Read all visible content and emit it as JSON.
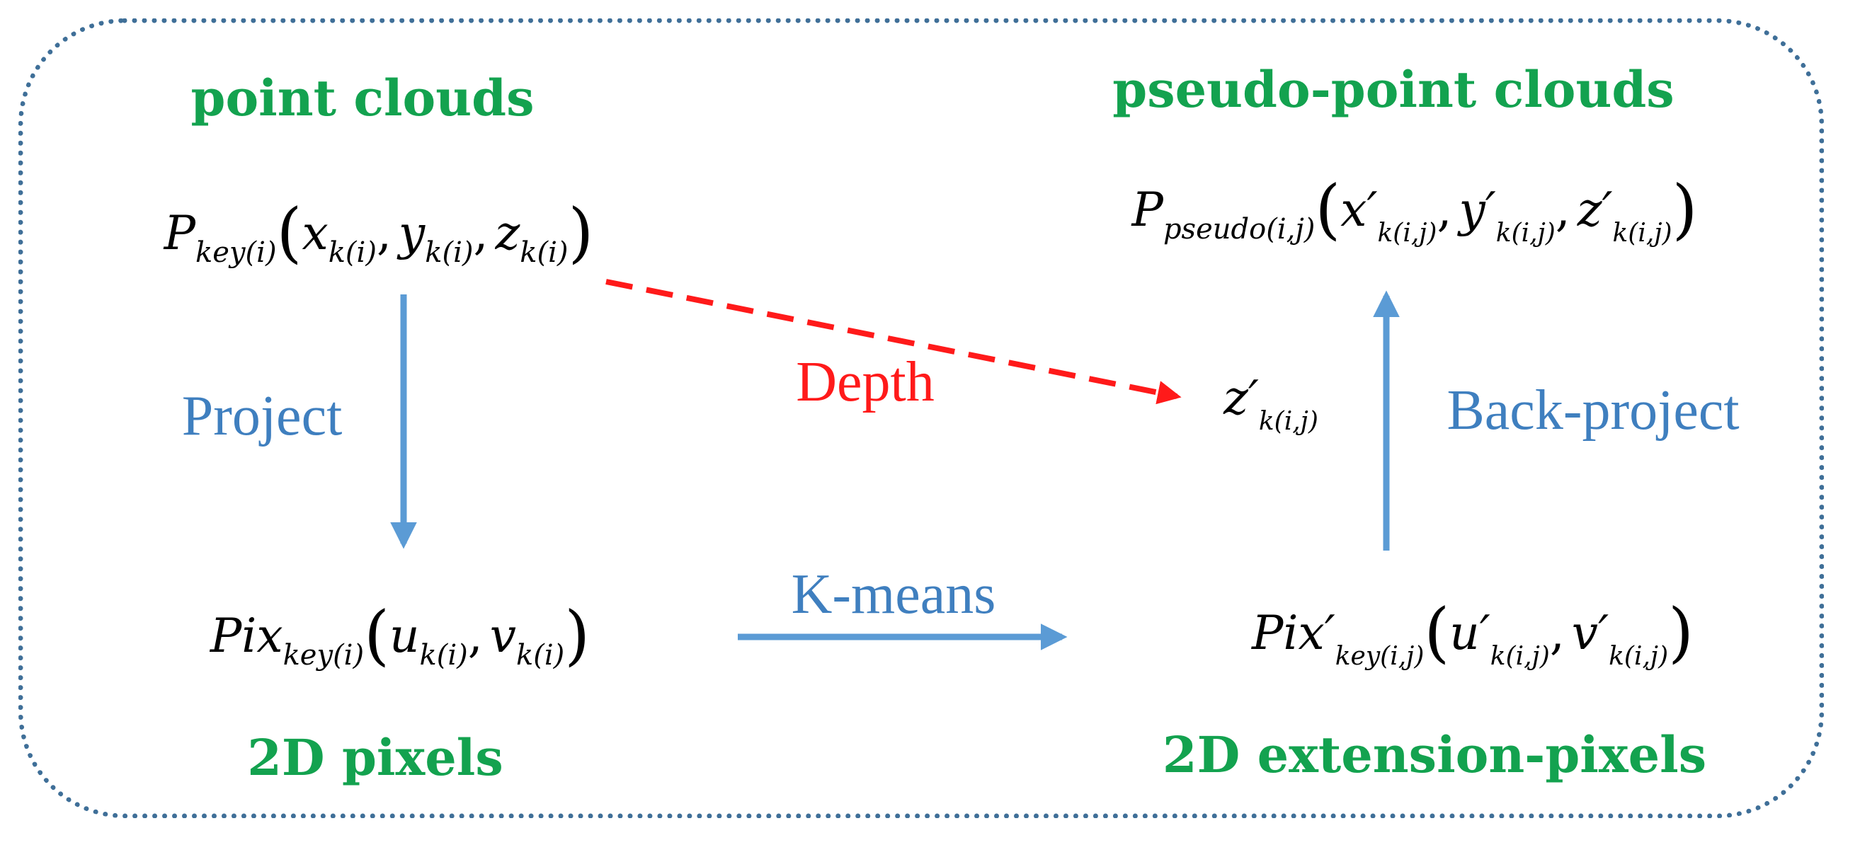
{
  "headings": {
    "top_left": "point clouds",
    "top_right": "pseudo-point clouds",
    "bottom_left": "2D pixels",
    "bottom_right": "2D extension-pixels"
  },
  "edges": {
    "project": "Project",
    "depth": "Depth",
    "kmeans": "K-means",
    "back_project": "Back-project"
  },
  "formulas": {
    "p_key": {
      "symbol": "P",
      "sub": "key(i)",
      "x": "x",
      "x_sub": "k(i)",
      "y": "y",
      "y_sub": "k(i)",
      "z": "z",
      "z_sub": "k(i)"
    },
    "p_pseudo": {
      "symbol": "P",
      "sub": "pseudo(i,j)",
      "x": "x′",
      "x_sub": "k(i,j)",
      "y": "y′",
      "y_sub": "k(i,j)",
      "z": "z′",
      "z_sub": "k(i,j)"
    },
    "z_prime": {
      "symbol": "z′",
      "sub": "k(i,j)"
    },
    "pix_key": {
      "symbol": "Pix",
      "sub": "key(i)",
      "u": "u",
      "u_sub": "k(i)",
      "v": "v",
      "v_sub": "k(i)"
    },
    "pix_prime": {
      "symbol": "Pix′",
      "sub": "key(i,j)",
      "u": "u′",
      "u_sub": "k(i,j)",
      "v": "v′",
      "v_sub": "k(i,j)"
    }
  },
  "colors": {
    "heading": "#13a24f",
    "edge_blue": "#3f7fbf",
    "arrow_blue": "#5b9bd5",
    "depth_red": "#ff1a1a",
    "frame": "#3f6f98"
  }
}
